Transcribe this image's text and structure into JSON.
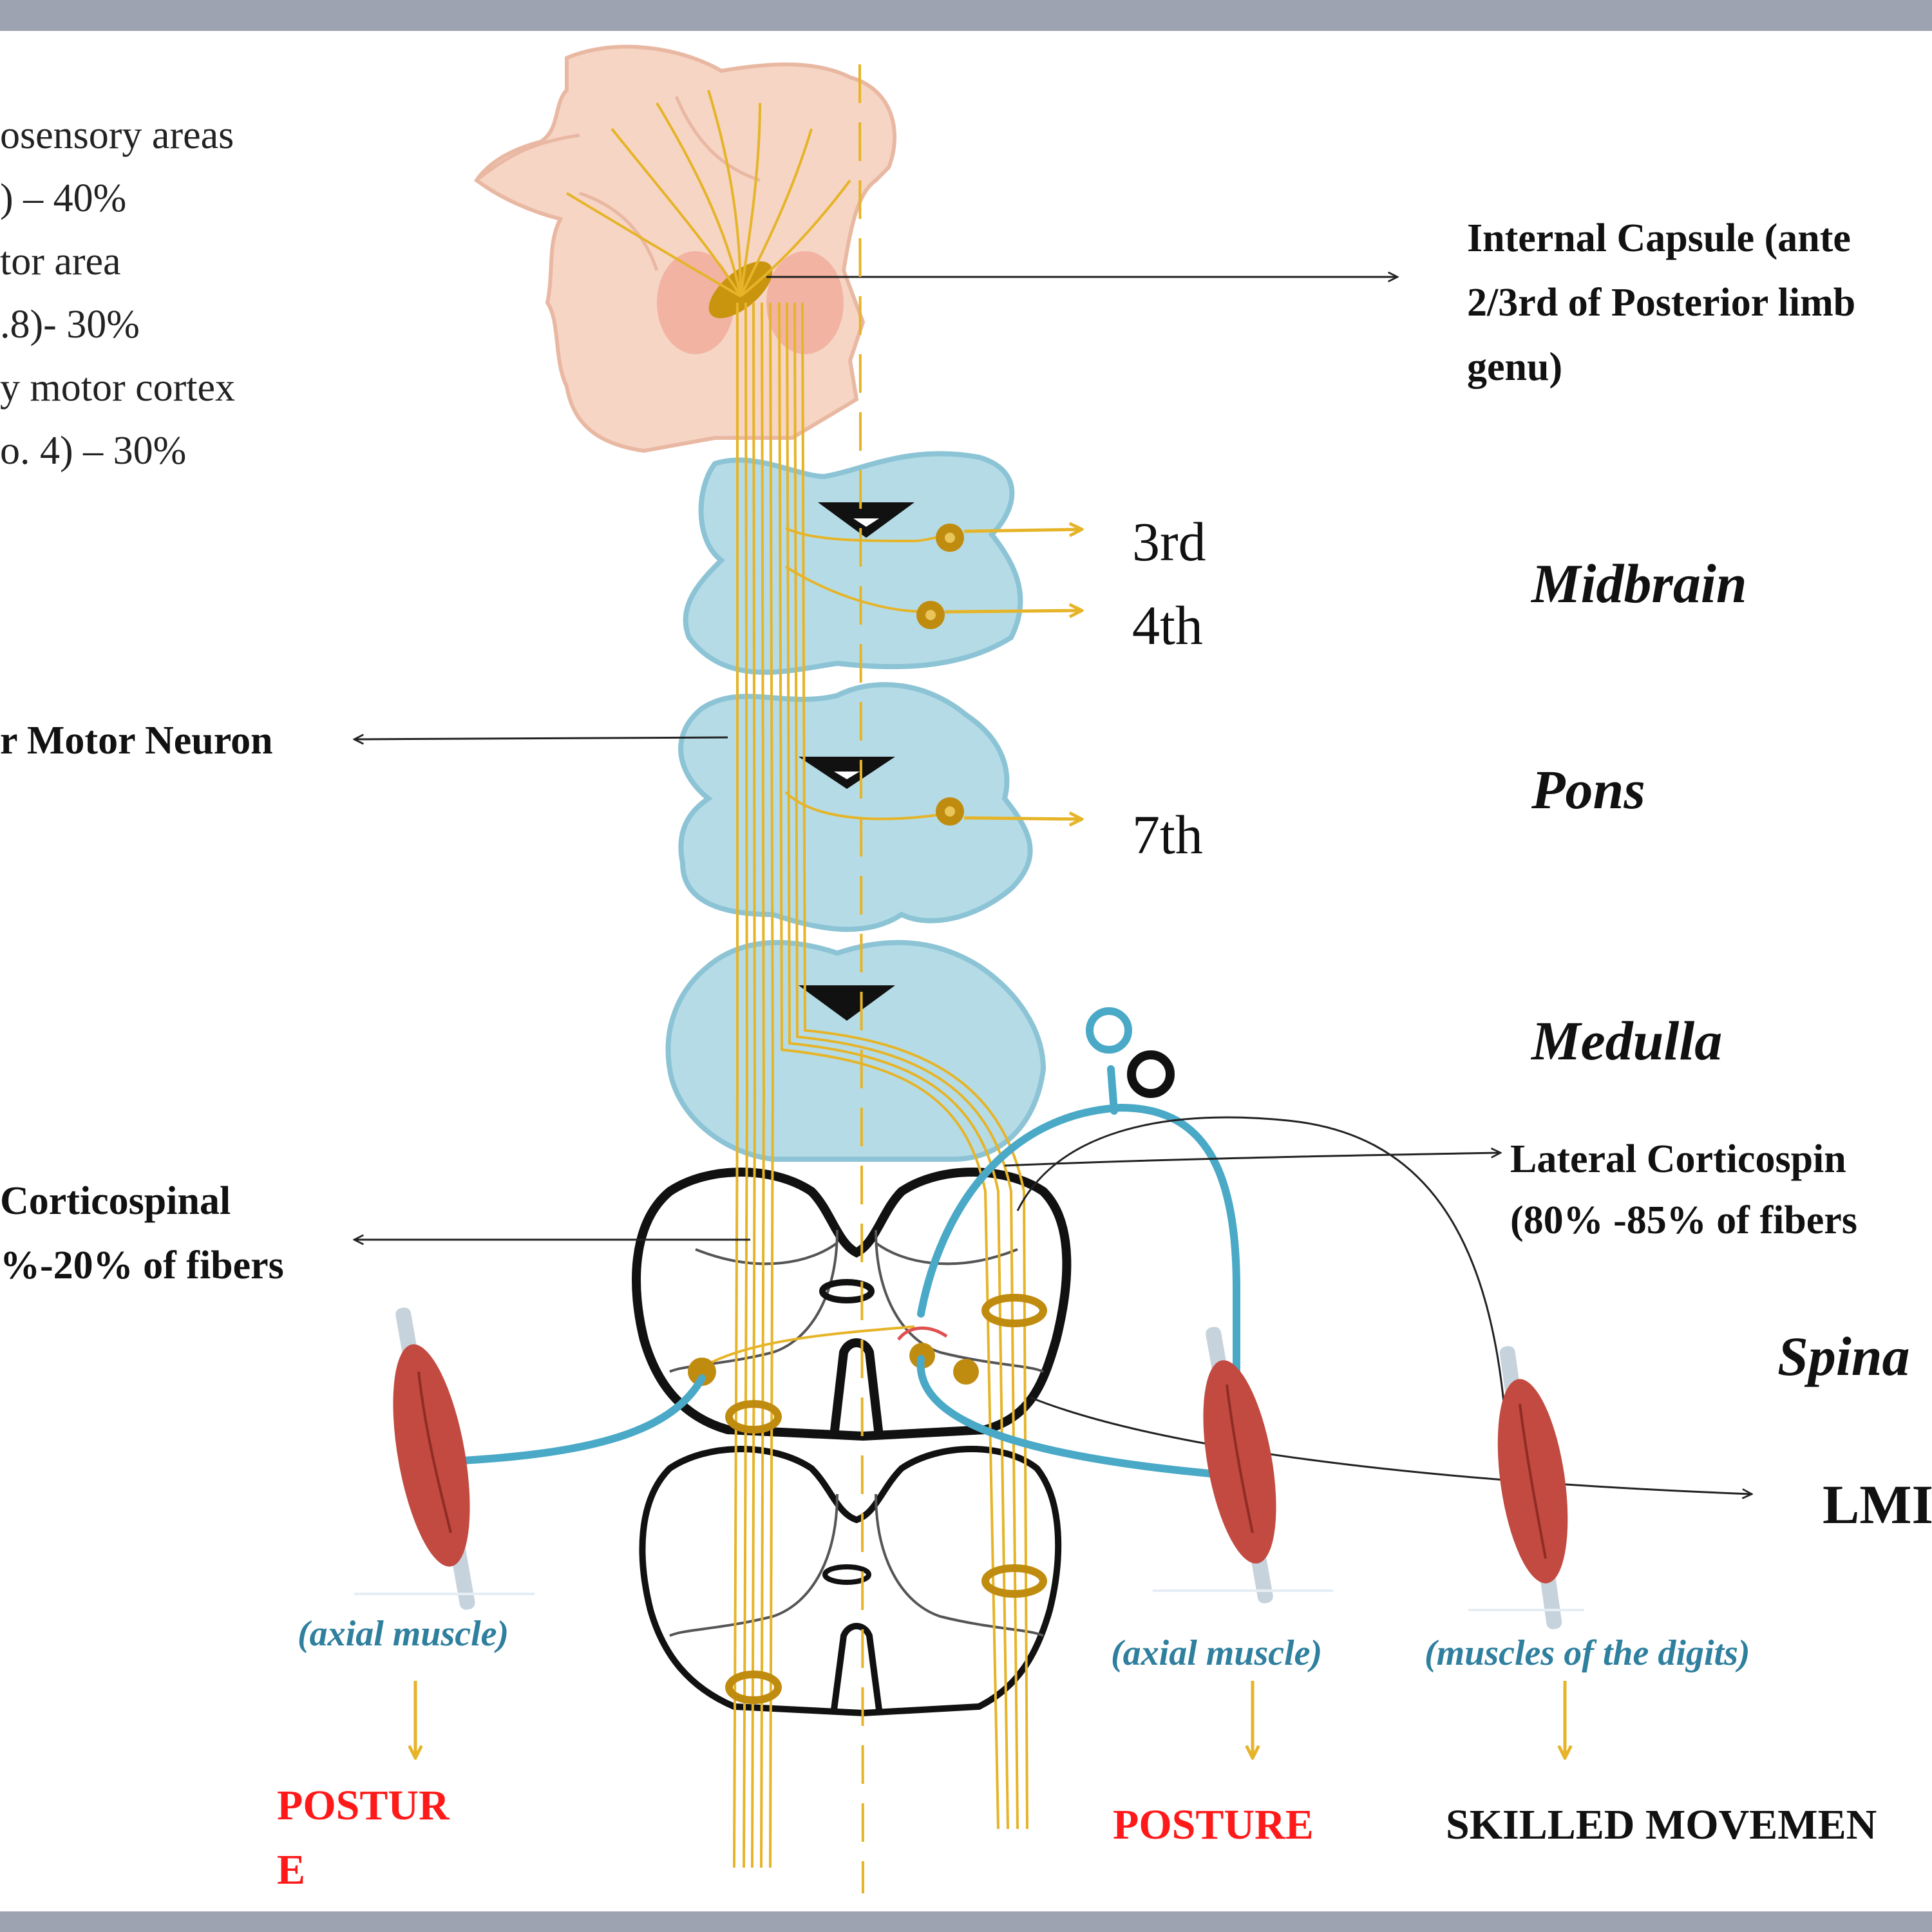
{
  "colors": {
    "tract": "#e6b429",
    "nucleus": "#c08c10",
    "brainstem": "#b5dce6",
    "brainstem_stroke": "#8cc4d6",
    "neuron_blue": "#4aa9c6",
    "muscle": "#c24a40",
    "frame": "#9ea3b1",
    "output_red": "#ff1a1a",
    "muscle_label": "#2f7f9e"
  },
  "cortex_labels": [
    "osensory areas",
    ") – 40%",
    "tor area",
    ".8)- 30%",
    "y motor cortex",
    "o. 4) – 30%"
  ],
  "internal_capsule": {
    "lines": [
      "Internal Capsule (ante",
      "2/3rd of Posterior limb",
      "genu)"
    ]
  },
  "cranial_nerves": {
    "third": "3rd",
    "fourth": "4th",
    "seventh": "7th"
  },
  "regions": {
    "midbrain": "Midbrain",
    "pons": "Pons",
    "medulla": "Medulla",
    "spinal": "Spina"
  },
  "umn_label": "r Motor Neuron",
  "anterior_tract": {
    "lines": [
      "Corticospinal",
      "%-20% of fibers"
    ]
  },
  "lateral_tract": {
    "lines": [
      "Lateral  Corticospin",
      "(80% -85% of fibers"
    ]
  },
  "lmn_label": "LMI",
  "muscles": {
    "left": "(axial muscle)",
    "middle": "(axial muscle)",
    "right": "(muscles of the digits)"
  },
  "outputs": {
    "left_line1": "POSTUR",
    "left_line2": "E",
    "middle": "POSTURE",
    "right": "SKILLED MOVEMEN"
  }
}
